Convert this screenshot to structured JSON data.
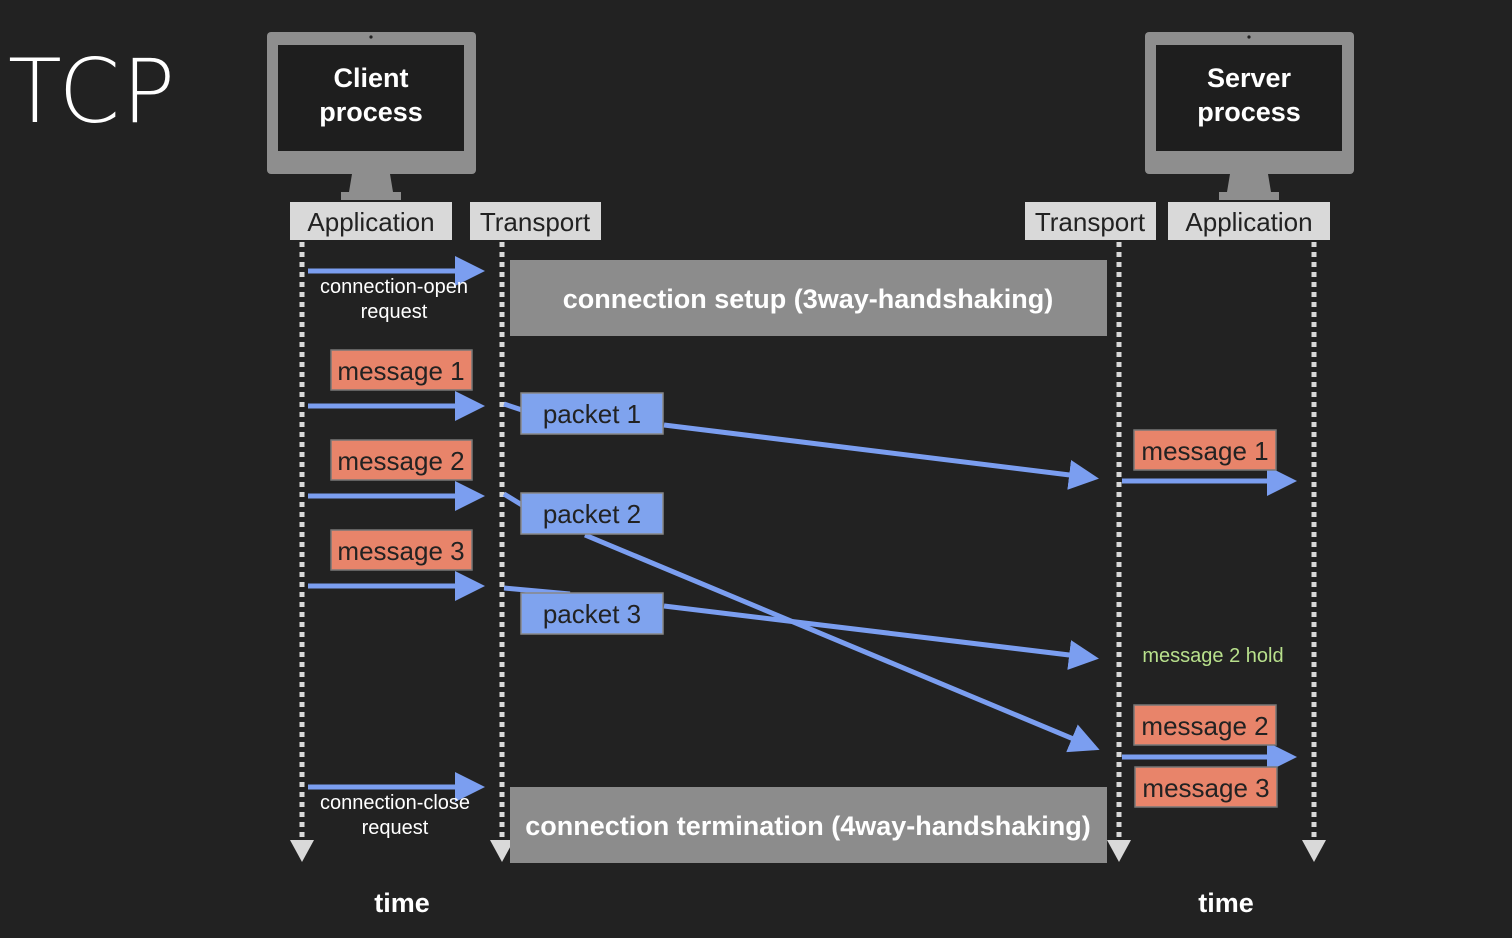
{
  "title": "TCP",
  "client": {
    "monitor_line1": "Client",
    "monitor_line2": "process",
    "app_label": "Application",
    "transport_label": "Transport"
  },
  "server": {
    "monitor_line1": "Server",
    "monitor_line2": "process",
    "app_label": "Application",
    "transport_label": "Transport"
  },
  "open_request": {
    "line1": "connection-open",
    "line2": "request"
  },
  "close_request": {
    "line1": "connection-close",
    "line2": "request"
  },
  "setup_box": "connection setup (3way-handshaking)",
  "termination_box": "connection termination (4way-handshaking)",
  "client_messages": [
    "message 1",
    "message 2",
    "message 3"
  ],
  "packets": [
    "packet 1",
    "packet 2",
    "packet 3"
  ],
  "server_messages": [
    "message 1",
    "message 2",
    "message 3"
  ],
  "hold_note": "message 2 hold",
  "time_labels": [
    "time",
    "time"
  ],
  "colors": {
    "background": "#222222",
    "arrow": "#7b9ef0",
    "packet": "#7fa3ee",
    "message": "#e8846a",
    "hold_note": "#b8e08c",
    "header_label": "#d9d9d9",
    "phase_box": "#8c8c8c"
  }
}
